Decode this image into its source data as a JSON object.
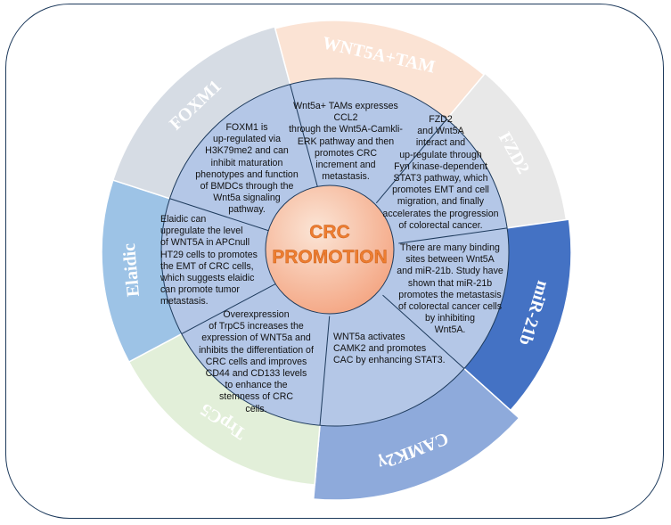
{
  "center": {
    "line1": "CRC",
    "line2": "PROMOTION"
  },
  "sectors": [
    {
      "id": "wnt5a-tam",
      "label": "WNT5A+TAM",
      "fill": "#fbe3d4",
      "text_color": "#ffffff",
      "description": [
        "Wnt5a+ TAMs expresses CCL2",
        "through the Wnt5A-Camkli-",
        "ERK pathway and then",
        "promotes CRC",
        "increment and",
        "metastasis."
      ]
    },
    {
      "id": "fzd2",
      "label": "FZD2",
      "fill": "#e8e8e8",
      "text_color": "#ffffff",
      "description": [
        "FZD2",
        "and Wnt5A",
        "interact and",
        "up-regulate through",
        "Fyn kinase-dependent",
        "STAT3 pathway, which",
        "promotes EMT and cell",
        "migration, and finally",
        "accelerates the progression",
        "of colorectal cancer."
      ]
    },
    {
      "id": "mir-21b",
      "label": "miR-21b",
      "fill": "#4472c4",
      "text_color": "#ffffff",
      "description": [
        "There are many binding",
        "sites between Wnt5A",
        "and miR-21b. Study have",
        "shown that miR-21b",
        "promotes the metastasis",
        "of colorectal cancer cells",
        "by inhibiting",
        "Wnt5A."
      ]
    },
    {
      "id": "camk2",
      "label": "CAMK2γ",
      "fill": "#8eaadb",
      "text_color": "#ffffff",
      "description": [
        "WNT5a activates",
        "CAMK2 and promotes",
        "CAC by enhancing STAT3."
      ]
    },
    {
      "id": "trpc5",
      "label": "TrpC5",
      "fill": "#e2efd9",
      "text_color": "#ffffff",
      "description": [
        "Overexpression",
        "of TrpC5 increases the",
        "expression of WNT5a and",
        "inhibits the differentiation of",
        "CRC cells and improves",
        "CD44 and CD133 levels",
        "to enhance the",
        "stemness of CRC",
        "cells."
      ]
    },
    {
      "id": "elaidic",
      "label": "Elaidic",
      "fill": "#9dc3e6",
      "text_color": "#ffffff",
      "description": [
        "Elaidic can",
        "upregulate the level",
        "of WNT5A in APCnull",
        "HT29 cells to promotes",
        "the EMT of CRC cells,",
        "which suggests elaidic",
        "can promote tumor",
        "metastasis."
      ]
    },
    {
      "id": "foxm1",
      "label": "FOXM1",
      "fill": "#d6dce4",
      "text_color": "#ffffff",
      "description": [
        "FOXM1 is",
        "up-regulated via",
        "H3K79me2 and can",
        "inhibit maturation",
        "phenotypes and function",
        "of BMDCs through the",
        "Wnt5a signaling",
        "pathway."
      ]
    }
  ],
  "colors": {
    "inner_ring": "#b4c7e7",
    "center_fill_start": "#fbe5d6",
    "center_fill_end": "#f4a582",
    "center_text": "#ed7d31",
    "border": "#1d3a5c"
  }
}
